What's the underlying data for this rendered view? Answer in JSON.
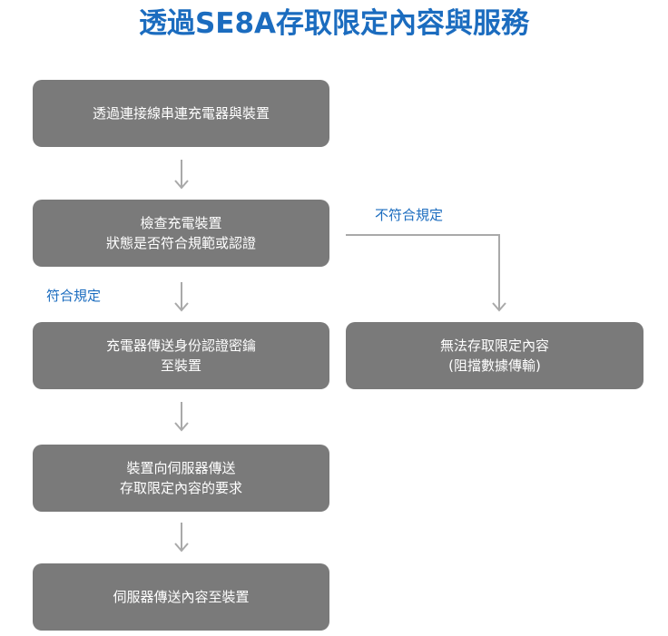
{
  "title": "透過SE8A存取限定內容與服務",
  "steps": [
    {
      "lines": [
        "透過連接線串連充電器與裝置"
      ]
    },
    {
      "lines": [
        "檢查充電裝置",
        "狀態是否符合規範或認證"
      ]
    },
    {
      "lines": [
        "充電器傳送身份認證密鑰",
        "至裝置"
      ]
    },
    {
      "lines": [
        "裝置向伺服器傳送",
        "存取限定內容的要求"
      ]
    },
    {
      "lines": [
        "伺服器傳送內容至裝置"
      ]
    }
  ],
  "reject_box": {
    "lines": [
      "無法存取限定內容",
      "(阻擋數據傳輸)"
    ]
  },
  "labels": {
    "pass": "符合規定",
    "fail": "不符合規定"
  },
  "colors": {
    "accent": "#1b6cbf",
    "box": "#7a7a7a",
    "arrow": "#a9a9a9"
  }
}
